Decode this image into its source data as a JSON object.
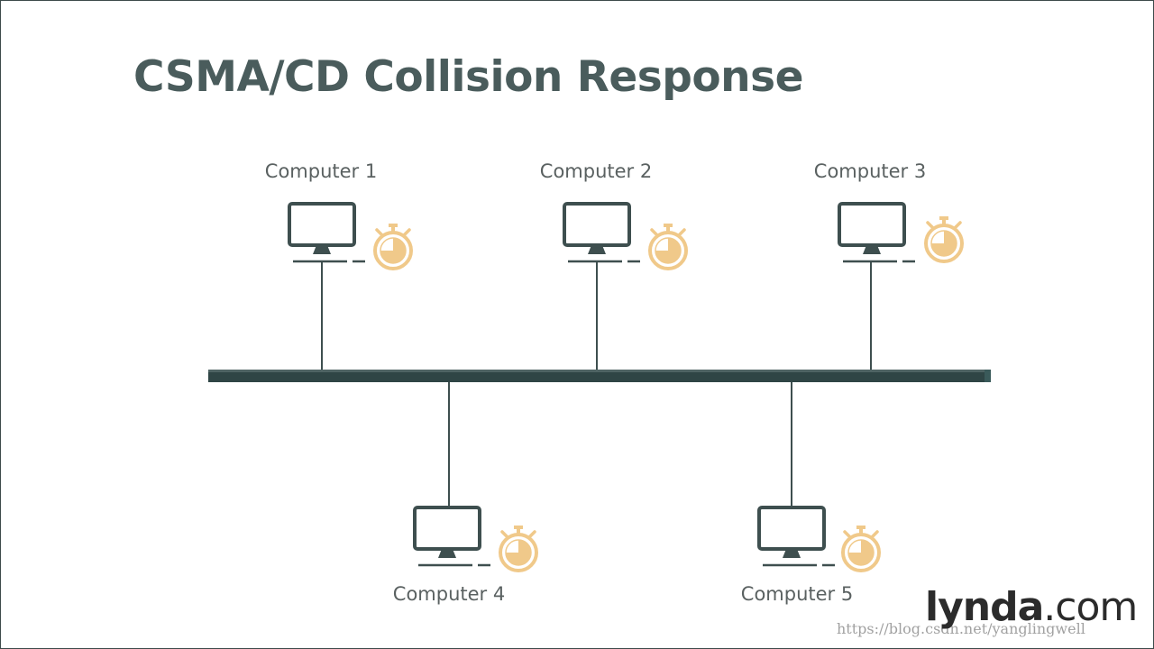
{
  "title": "CSMA/CD Collision Response",
  "computers": [
    {
      "label": "Computer 1",
      "position": "top",
      "side": "upper"
    },
    {
      "label": "Computer 2",
      "position": "top",
      "side": "upper"
    },
    {
      "label": "Computer 3",
      "position": "top",
      "side": "upper"
    },
    {
      "label": "Computer 4",
      "position": "bottom",
      "side": "lower"
    },
    {
      "label": "Computer 5",
      "position": "bottom",
      "side": "lower"
    }
  ],
  "icons": {
    "computer": "monitor-icon",
    "timer": "stopwatch-icon"
  },
  "colors": {
    "title": "#4a5c5c",
    "bus": "#2f4545",
    "monitor": "#3e4f4f",
    "stopwatch": "#f0c98a",
    "label": "#5a6161"
  },
  "brand": {
    "logo_bold": "lynda",
    "logo_rest": ".com"
  },
  "watermark": "https://blog.csdn.net/yanglingwell"
}
